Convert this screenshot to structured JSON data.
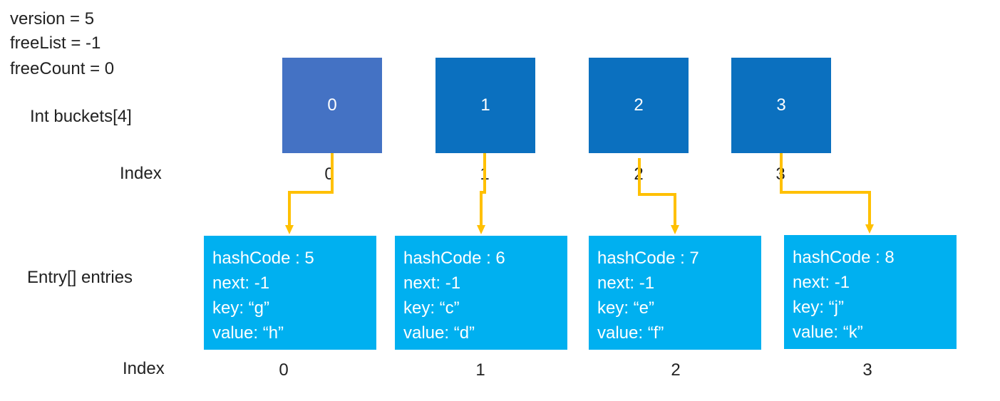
{
  "stats": {
    "version": "version = 5",
    "freeList": "freeList = -1",
    "freeCount": "freeCount = 0"
  },
  "labels": {
    "buckets": "Int buckets[4]",
    "bucket_index": "Index",
    "entries": "Entry[] entries",
    "entry_index": "Index"
  },
  "buckets": [
    {
      "label": "0",
      "index": "0"
    },
    {
      "label": "1",
      "index": "1"
    },
    {
      "label": "2",
      "index": "2"
    },
    {
      "label": "3",
      "index": "3"
    }
  ],
  "entries": [
    {
      "hashCode": "hashCode : 5",
      "next": "next: -1",
      "key": "key: “g”",
      "value": "value: “h”",
      "index": "0"
    },
    {
      "hashCode": "hashCode : 6",
      "next": "next: -1",
      "key": "key: “c”",
      "value": "value: “d”",
      "index": "1"
    },
    {
      "hashCode": "hashCode : 7",
      "next": "next: -1",
      "key": "key: “e”",
      "value": "value: “f”",
      "index": "2"
    },
    {
      "hashCode": "hashCode : 8",
      "next": "next: -1",
      "key": "key: “j”",
      "value": "value: “k”",
      "index": "3"
    }
  ],
  "colors": {
    "bucket_first": "#4472c4",
    "bucket": "#0b70bf",
    "entry": "#00b0f0",
    "arrow": "#ffc000"
  }
}
